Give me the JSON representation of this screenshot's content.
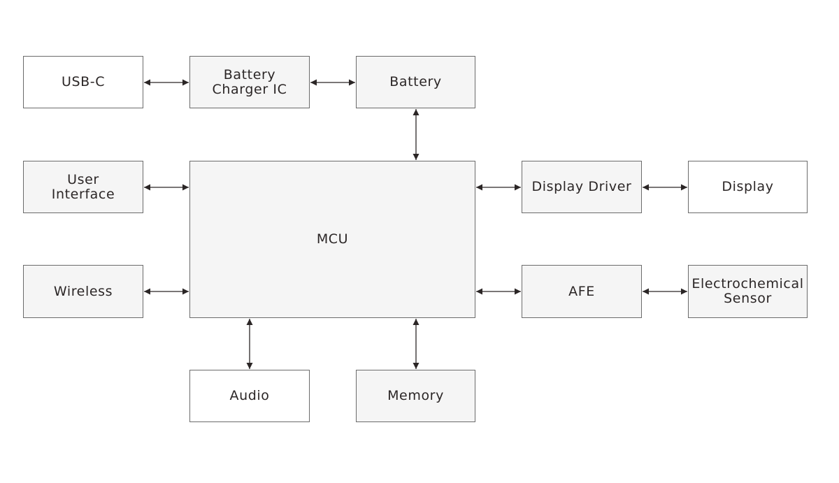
{
  "title": "Electrochemical sensor device block diagram",
  "colors": {
    "border": "#6b6b6b",
    "fill_white": "#ffffff",
    "fill_gray": "#f5f5f5",
    "text": "#2b2626",
    "arrow": "#2b2626"
  },
  "blocks": {
    "usb_c": {
      "label": "USB-C",
      "fill": "white"
    },
    "battery_charger_ic": {
      "label": "Battery\nCharger IC",
      "fill": "gray"
    },
    "battery": {
      "label": "Battery",
      "fill": "gray"
    },
    "user_interface": {
      "label": "User\nInterface",
      "fill": "gray"
    },
    "mcu": {
      "label": "MCU",
      "fill": "gray"
    },
    "display_driver": {
      "label": "Display Driver",
      "fill": "gray"
    },
    "display": {
      "label": "Display",
      "fill": "white"
    },
    "wireless": {
      "label": "Wireless",
      "fill": "gray"
    },
    "afe": {
      "label": "AFE",
      "fill": "gray"
    },
    "electrochemical_sensor": {
      "label": "Electrochemical\nSensor",
      "fill": "gray"
    },
    "audio": {
      "label": "Audio",
      "fill": "white"
    },
    "memory": {
      "label": "Memory",
      "fill": "gray"
    }
  },
  "connections": [
    {
      "from": "usb_c",
      "to": "battery_charger_ic",
      "bidirectional": true
    },
    {
      "from": "battery_charger_ic",
      "to": "battery",
      "bidirectional": true
    },
    {
      "from": "battery",
      "to": "mcu",
      "bidirectional": true
    },
    {
      "from": "user_interface",
      "to": "mcu",
      "bidirectional": true
    },
    {
      "from": "wireless",
      "to": "mcu",
      "bidirectional": true
    },
    {
      "from": "mcu",
      "to": "display_driver",
      "bidirectional": true
    },
    {
      "from": "display_driver",
      "to": "display",
      "bidirectional": true
    },
    {
      "from": "mcu",
      "to": "afe",
      "bidirectional": true
    },
    {
      "from": "afe",
      "to": "electrochemical_sensor",
      "bidirectional": true
    },
    {
      "from": "mcu",
      "to": "audio",
      "bidirectional": true
    },
    {
      "from": "mcu",
      "to": "memory",
      "bidirectional": true
    }
  ]
}
